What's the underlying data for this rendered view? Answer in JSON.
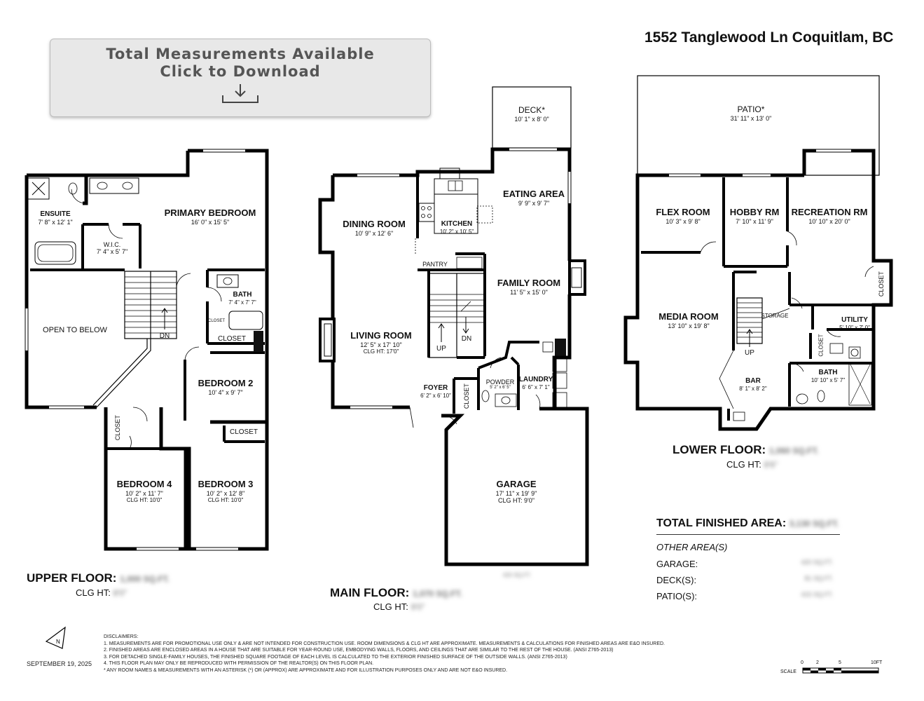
{
  "address": "1552 Tanglewood Ln Coquitlam, BC",
  "download": {
    "line1": "Total Measurements Available",
    "line2": "Click to Download",
    "icon": "download-icon"
  },
  "upper": {
    "floor_label": "UPPER FLOOR:",
    "floor_area": "1,000 SQ.FT.",
    "clg_label": "CLG HT:",
    "clg_value": "8'0\"",
    "rooms": {
      "ensuite": {
        "name": "ENSUITE",
        "dims": "7' 8\" x 12' 1\""
      },
      "primary": {
        "name": "PRIMARY BEDROOM",
        "dims": "16' 0\" x 15' 5\""
      },
      "wic": {
        "name": "W.I.C.",
        "dims": "7' 4\" x 5' 7\""
      },
      "bath": {
        "name": "BATH",
        "dims": "7' 4\" x 7' 7\""
      },
      "open": {
        "name": "OPEN TO BELOW"
      },
      "dn": "DN",
      "closet_small": "CLOSET",
      "closet_b2": "CLOSET",
      "bedroom2": {
        "name": "BEDROOM 2",
        "dims": "10' 4\" x 9' 7\""
      },
      "closet_b4": "CLOSET",
      "closet_b3": "CLOSET",
      "bedroom4": {
        "name": "BEDROOM 4",
        "dims": "10' 2\" x 11' 7\"",
        "clg": "CLG HT:  10'0\""
      },
      "bedroom3": {
        "name": "BEDROOM 3",
        "dims": "10' 2\" x 12' 8\"",
        "clg": "CLG HT:  10'0\""
      }
    }
  },
  "main": {
    "floor_label": "MAIN FLOOR:",
    "floor_area": "1,070 SQ.FT.",
    "clg_label": "CLG HT:",
    "clg_value": "9'0\"",
    "rooms": {
      "deck": {
        "name": "DECK*",
        "dims": "10' 1\" x 8' 0\""
      },
      "eating": {
        "name": "EATING AREA",
        "dims": "9' 9\" x 9' 7\""
      },
      "dining": {
        "name": "DINING ROOM",
        "dims": "10' 9\" x 12' 6\""
      },
      "kitchen": {
        "name": "KITCHEN",
        "dims": "10' 2\" x 10' 5\""
      },
      "pantry": "PANTRY",
      "family": {
        "name": "FAMILY ROOM",
        "dims": "11' 5\" x 15' 0\""
      },
      "living": {
        "name": "LIVING ROOM",
        "dims": "12' 5\" x 17' 10\"",
        "clg": "CLG HT:  17'0\""
      },
      "up": "UP",
      "dn": "DN",
      "powder": {
        "name": "POWDER",
        "dims": "5' 2\" x 6' 5\""
      },
      "laundry": {
        "name": "LAUNDRY",
        "dims": "6' 6\" x 7' 1\""
      },
      "foyer": {
        "name": "FOYER",
        "dims": "6' 2\" x 6' 10\""
      },
      "closet": "CLOSET",
      "garage": {
        "name": "GARAGE",
        "dims": "17' 11\" x 19' 9\"",
        "clg": "CLG HT:  9'0\""
      },
      "garage_sub": "420 SQ.FT."
    }
  },
  "lower": {
    "floor_label": "LOWER FLOOR:",
    "floor_area": "1,060 SQ.FT.",
    "clg_label": "CLG HT:",
    "clg_value": "8'6\"",
    "rooms": {
      "patio": {
        "name": "PATIO*",
        "dims": "31' 11\" x 13' 0\""
      },
      "flex": {
        "name": "FLEX ROOM",
        "dims": "10' 3\" x 9' 8\""
      },
      "hobby": {
        "name": "HOBBY RM",
        "dims": "7' 10\" x 11' 9\""
      },
      "recreation": {
        "name": "RECREATION RM",
        "dims": "10' 10\" x 20' 0\""
      },
      "closet_rec": "CLOSET",
      "media": {
        "name": "MEDIA ROOM",
        "dims": "13' 10\" x 19' 8\""
      },
      "storage": "STORAGE",
      "utility": {
        "name": "UTILITY",
        "dims": "5' 10\" x 7' 0\""
      },
      "up": "UP",
      "closet_bath": "CLOSET",
      "bath": {
        "name": "BATH",
        "dims": "10' 10\" x 5' 7\""
      },
      "bar": {
        "name": "BAR",
        "dims": "8' 1\" x 8' 2\""
      }
    }
  },
  "summary": {
    "total_label": "TOTAL FINISHED AREA:",
    "total_value": "3,130 SQ.FT.",
    "other_label": "OTHER AREA(S)",
    "rows": [
      {
        "label": "GARAGE:",
        "value": "420 SQ.FT."
      },
      {
        "label": "DECK(S):",
        "value": "81 SQ.FT."
      },
      {
        "label": "PATIO(S):",
        "value": "415 SQ.FT."
      }
    ]
  },
  "compass": {
    "label": "N",
    "icon": "north-arrow-icon"
  },
  "date": "SEPTEMBER 19, 2025",
  "disclaimers": {
    "title": "DISCLAIMERS:",
    "lines": [
      "1. MEASUREMENTS ARE FOR PROMOTIONAL USE ONLY & ARE NOT INTENDED FOR CONSTRUCTION USE. ROOM DIMENSIONS & CLG HT ARE APPROXIMATE. MEASUREMENTS & CALCULATIONS FOR FINISHED AREAS ARE E&O INSURED.",
      "2. FINISHED AREAS ARE ENCLOSED AREAS IN A HOUSE THAT ARE SUITABLE FOR YEAR-ROUND USE, EMBODYING WALLS, FLOORS, AND CEILINGS THAT ARE SIMILAR TO THE REST OF THE HOUSE. (ANSI Z765-2013)",
      "3. FOR DETACHED SINGLE-FAMILY HOUSES, THE FINISHED SQUARE FOOTAGE OF EACH LEVEL IS CALCULATED TO THE EXTERIOR FINISHED SURFACE OF THE OUTSIDE WALLS. (ANSI Z765-2013)",
      "4. THIS FLOOR PLAN MAY ONLY BE REPRODUCED WITH PERMISSION OF THE REALTOR(S) ON THIS FLOOR PLAN.",
      "* ANY ROOM NAMES & MEASUREMENTS WITH AN ASTERISK (*) OR (APPROX) ARE APPROXIMATE AND FOR ILLUSTRATION PURPOSES ONLY AND ARE NOT E&O INSURED."
    ]
  },
  "scale": {
    "ticks": [
      "0",
      "2",
      "5",
      "10FT"
    ],
    "label": "SCALE"
  }
}
